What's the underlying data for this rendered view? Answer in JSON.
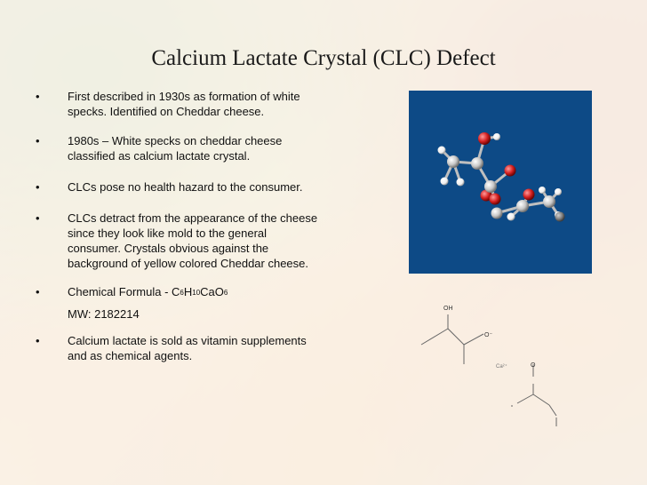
{
  "slide": {
    "title": "Calcium Lactate Crystal (CLC) Defect",
    "bullets": [
      {
        "text": "First described in 1930s as formation of white specks.  Identified on Cheddar cheese."
      },
      {
        "text": "1980s – White specks on cheddar cheese classified as calcium lactate crystal."
      },
      {
        "text": "CLCs pose no health hazard to the consumer."
      },
      {
        "text": "CLCs detract from the appearance of the cheese since they look like mold to the general consumer.  Crystals obvious against the background of yellow colored Cheddar cheese."
      },
      {
        "prefix": "Chemical Formula - ",
        "formula": [
          {
            "t": "C"
          },
          {
            "t": "6",
            "sub": true
          },
          {
            "t": "H"
          },
          {
            "t": "10",
            "sub": true
          },
          {
            "t": "CaO"
          },
          {
            "t": "6",
            "sub": true
          }
        ],
        "mw": "MW: 2182214"
      },
      {
        "text": "Calcium lactate is sold as vitamin supplements and as chemical agents."
      }
    ]
  },
  "structure_labels": {
    "oh": "OH",
    "o_minus": "O⁻",
    "ca_label": "Ca²⁺",
    "o_top": "O"
  },
  "colors": {
    "molecule_bg": "#0d4a86",
    "oxygen": "#d42020",
    "carbon": "#c8c8c8",
    "hydrogen": "#ffffff",
    "calcium": "#808080"
  }
}
